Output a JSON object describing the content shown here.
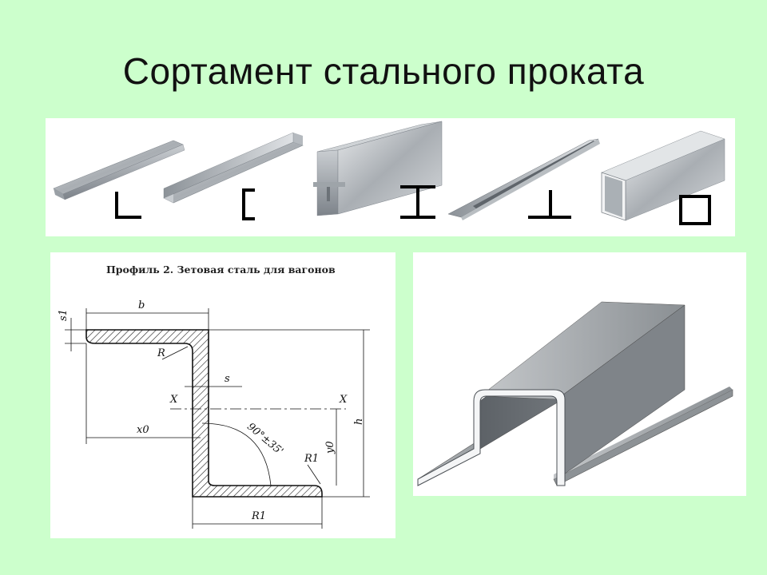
{
  "slide": {
    "title": "Сортамент стального проката"
  },
  "profiles": [
    {
      "name": "angle",
      "symbol": "L"
    },
    {
      "name": "channel",
      "symbol": "["
    },
    {
      "name": "i-beam",
      "symbol": "I"
    },
    {
      "name": "tee",
      "symbol": "⊥"
    },
    {
      "name": "square-tube",
      "symbol": "□"
    }
  ],
  "drawing": {
    "caption": "Профиль 2. Зетовая сталь для вагонов",
    "labels": {
      "b": "b",
      "s1": "s1",
      "R": "R",
      "s": "s",
      "x_left": "X",
      "x_right": "X",
      "x0": "x0",
      "angle": "90°±35'",
      "y0": "y0",
      "h": "h",
      "R1_upper": "R1",
      "R1_bottom": "R1"
    }
  },
  "render": {
    "description_icon": "z-profile-3d-icon"
  }
}
